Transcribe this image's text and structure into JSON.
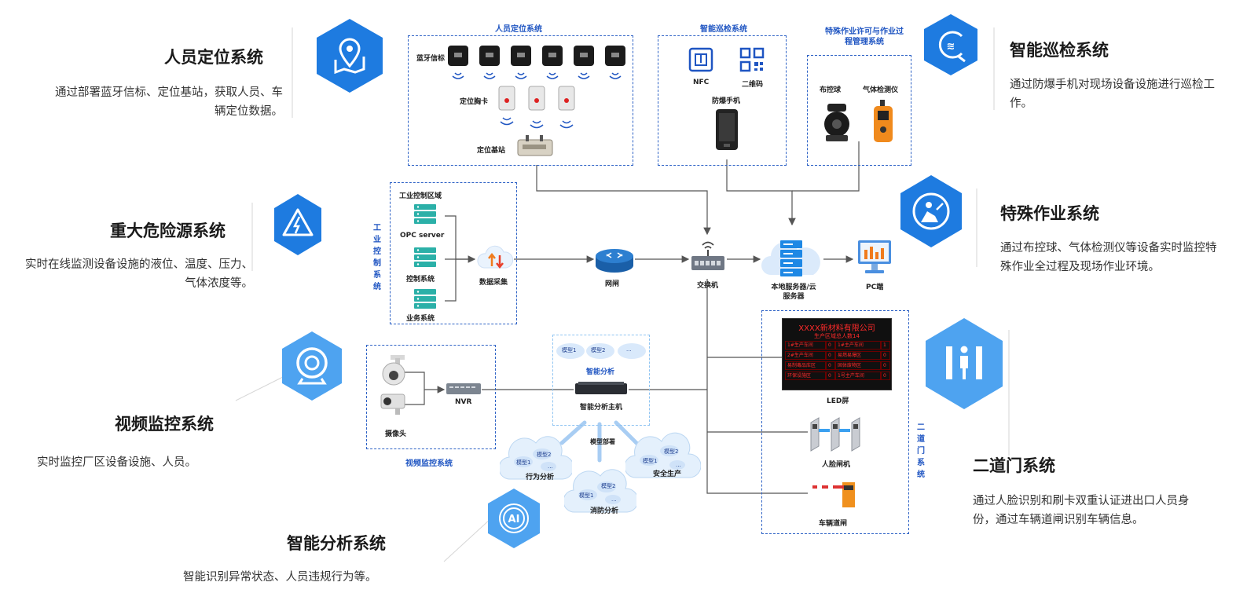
{
  "systems": {
    "personnel": {
      "title": "人员定位系统",
      "desc": "通过部署蓝牙信标、定位基站，获取人员、车辆定位数据。",
      "icon": "location-map-icon"
    },
    "hazard": {
      "title": "重大危险源系统",
      "desc": "实时在线监测设备设施的液位、温度、压力、气体浓度等。",
      "icon": "warning-lightning-icon"
    },
    "video": {
      "title": "视频监控系统",
      "desc": "实时监控厂区设备设施、人员。",
      "icon": "webcam-icon"
    },
    "analysis": {
      "title": "智能分析系统",
      "desc": "智能识别异常状态、人员违规行为等。",
      "icon": "ai-icon"
    },
    "patrol": {
      "title": "智能巡检系统",
      "desc": "通过防爆手机对现场设备设施进行巡检工作。",
      "icon": "patrol-icon"
    },
    "special": {
      "title": "特殊作业系统",
      "desc": "通过布控球、气体检测仪等设备实时监控特殊作业全过程及现场作业环境。",
      "icon": "worker-icon"
    },
    "gate": {
      "title": "二道门系统",
      "desc": "通过人脸识别和刷卡双重认证进出口人员身份，通过车辆道闸识别车辆信息。",
      "icon": "door-person-icon"
    }
  },
  "diagram": {
    "positioning_box": {
      "title": "人员定位系统",
      "beacon": "蓝牙信标",
      "card": "定位胸卡",
      "station": "定位基站"
    },
    "patrol_box": {
      "title": "智能巡检系统",
      "nfc": "NFC",
      "qr": "二维码",
      "phone": "防爆手机"
    },
    "permit_box": {
      "title": "特殊作业许可与作业过程管理系统",
      "ball": "布控球",
      "gas": "气体检测仪"
    },
    "industrial_box": {
      "title": "工业控制系统",
      "zone": "工业控制区域",
      "opc": "OPC server",
      "control": "控制系统",
      "business": "业务系统",
      "collect": "数据采集"
    },
    "gateway": "网闸",
    "switch": "交换机",
    "server": "本地服务器/云服务器",
    "pc": "PC端",
    "video_box": {
      "title": "视频监控系统",
      "camera": "摄像头",
      "nvr": "NVR"
    },
    "ai_box": {
      "model1": "模型1",
      "model2": "模型2",
      "more": "...",
      "title": "智能分析",
      "host": "智能分析主机",
      "deploy": "模型部署"
    },
    "clouds": {
      "behavior": "行为分析",
      "safety": "安全生产",
      "fire": "消防分析"
    },
    "gate_box": {
      "title": "二道门系统",
      "led": "LED屏",
      "face": "人脸闸机",
      "barrier": "车辆道闸"
    },
    "led_screen": {
      "title": "XXXX新材料有限公司",
      "subtitle": "生产区域总人数14",
      "rows": [
        [
          "1#生产车间",
          "0",
          "1#主产车间",
          "1"
        ],
        [
          "2#生产车间",
          "0",
          "易燃易爆区",
          "0"
        ],
        [
          "易制毒品库区",
          "0",
          "固体废物区",
          "0"
        ],
        [
          "环保设施区",
          "0",
          "1号主产车间",
          "0"
        ]
      ]
    }
  },
  "colors": {
    "accent": "#1f55c2",
    "hex_blue": "#1e7be0",
    "hex_light": "#4ea3f0",
    "wire": "#555555"
  }
}
